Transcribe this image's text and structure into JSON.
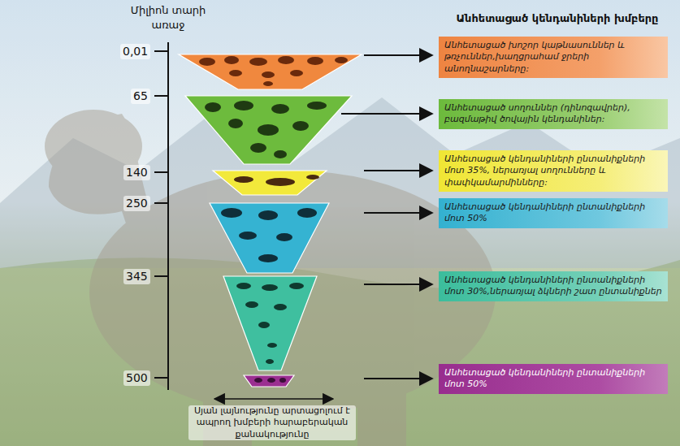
{
  "diagram": {
    "caption": "Սյան լայնությունը արտացոլում է ապրող խմբերի հարաբերական քանակությունը",
    "nodes": [
      {
        "text": [
          "Անհետացած խոշոր կաթնասուններ և թռչուններ,խաղցրահամ ջրերի անողնաշարները:"
        ]
      },
      {
        "text": [
          "Անհետացած սողուններ (դինոզավրեր), բազմաթիվ ծովային կենդանիներ:"
        ]
      },
      {
        "text": [
          "Անհետացած կենդանիների ընտանիքների մոտ 35%, ներառյալ սողունները և փափկամարմինները:"
        ]
      },
      {
        "text": [
          "Անհետացած կենդանիների ընտանիքների մոտ 50%"
        ]
      },
      {
        "text": [
          "Անհետացած կենդանիների ընտանիքների մոտ 30%,ներառյալ ձկների շատ ընտանիքներ"
        ]
      },
      {
        "text": [
          "Անհետացած կենդանիների ընտանիքների մոտ 50%"
        ]
      }
    ],
    "labels": [
      "Միլիոն տարի առաջ",
      "Անհետացած կենդանիների խմբերը",
      "0,01",
      "65",
      "140",
      "250",
      "345",
      "500"
    ]
  }
}
